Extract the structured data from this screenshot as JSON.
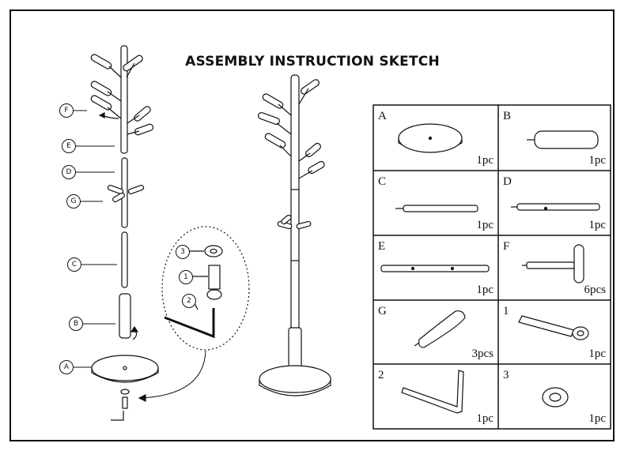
{
  "title": "ASSEMBLY INSTRUCTION SKETCH",
  "callouts": [
    "F",
    "E",
    "D",
    "G",
    "C",
    "B",
    "A"
  ],
  "detail_callouts": [
    "3",
    "1",
    "2"
  ],
  "parts": [
    {
      "id": "A",
      "qty": "1pc"
    },
    {
      "id": "B",
      "qty": "1pc"
    },
    {
      "id": "C",
      "qty": "1pc"
    },
    {
      "id": "D",
      "qty": "1pc"
    },
    {
      "id": "E",
      "qty": "1pc"
    },
    {
      "id": "F",
      "qty": "6pcs"
    },
    {
      "id": "G",
      "qty": "3pcs"
    },
    {
      "id": "1",
      "qty": "1pc"
    },
    {
      "id": "2",
      "qty": "1pc"
    },
    {
      "id": "3",
      "qty": "1pc"
    }
  ]
}
